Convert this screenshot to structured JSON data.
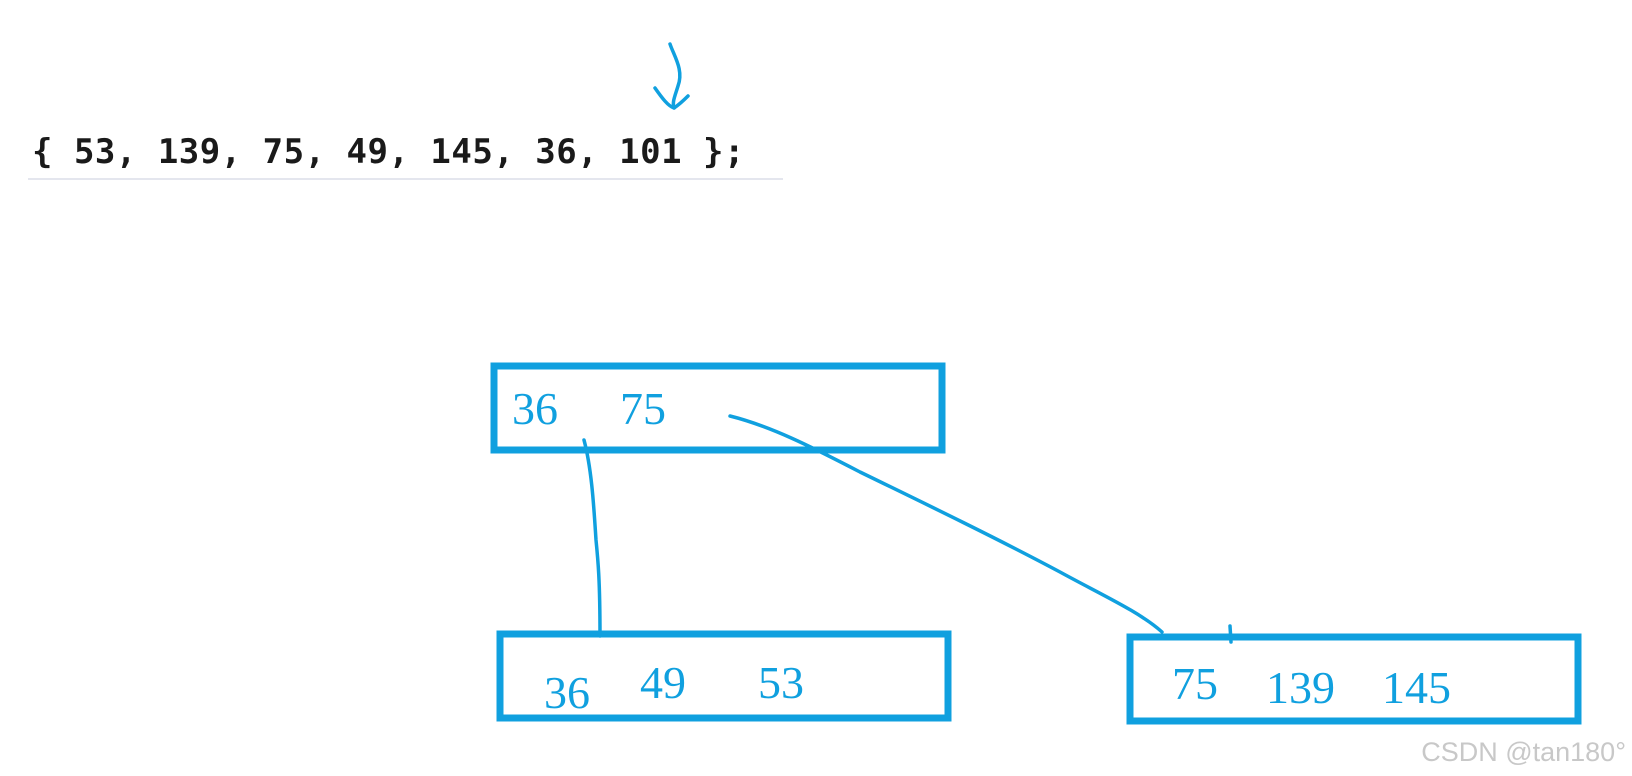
{
  "code": {
    "text": "{ 53, 139, 75, 49, 145, 36, 101 };"
  },
  "tree": {
    "root": {
      "keys": [
        "36",
        "75"
      ]
    },
    "left_child": {
      "keys": [
        "36",
        "49",
        "53"
      ]
    },
    "right_child": {
      "keys": [
        "75",
        "139",
        "145"
      ]
    }
  },
  "watermark": {
    "text": "CSDN @tan180°"
  },
  "colors": {
    "ink": "#10a0df",
    "code_text": "#1a1a1a",
    "watermark": "#c8c8c8"
  }
}
